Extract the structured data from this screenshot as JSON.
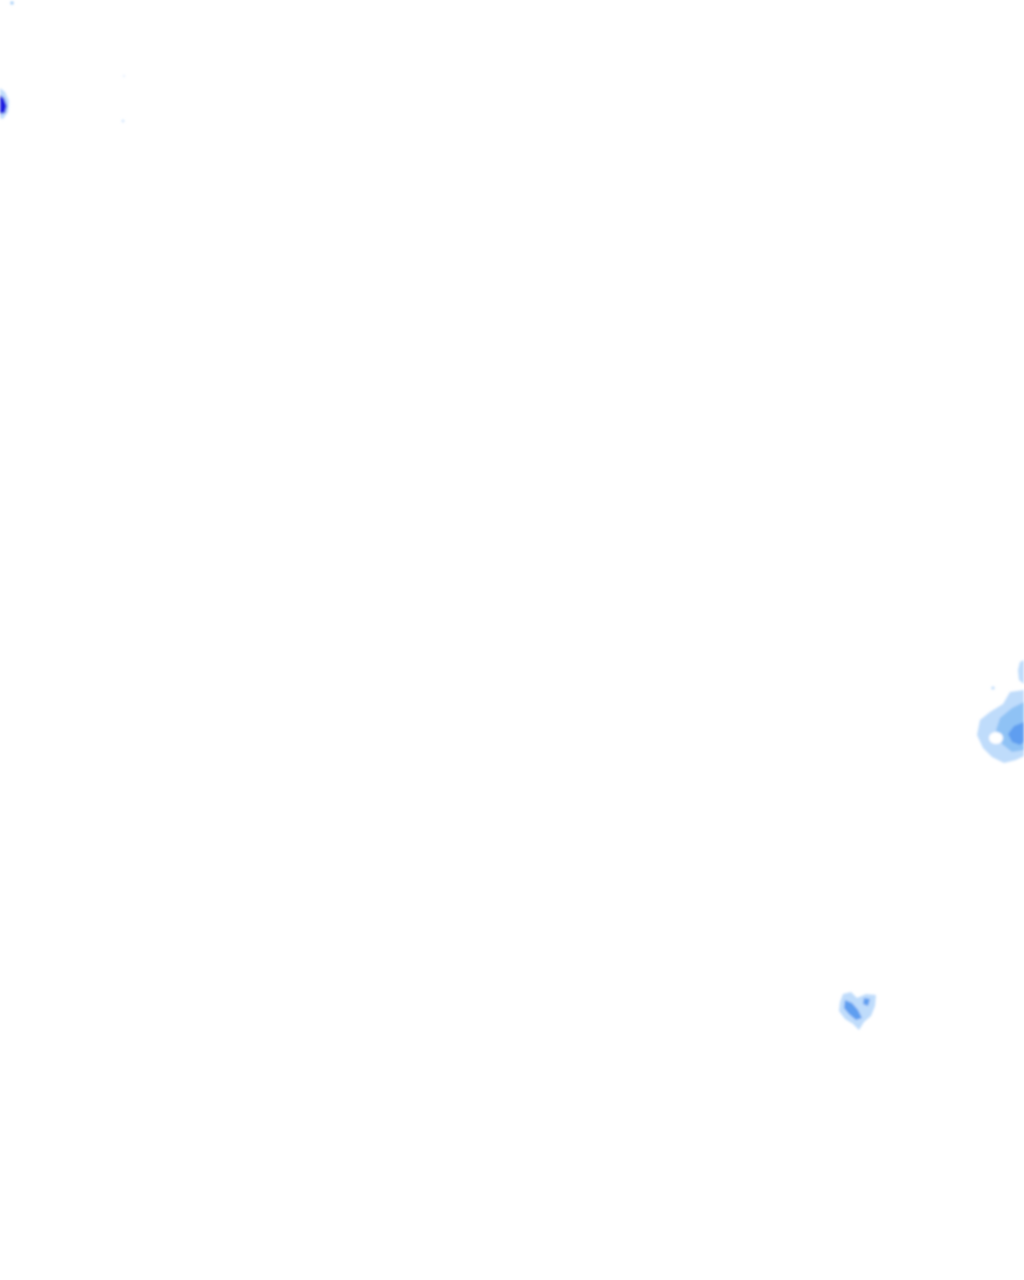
{
  "map": {
    "type": "precipitation-radar-overlay",
    "background_color": "#ffffff",
    "palette": {
      "light": "#bfdcfb",
      "medium": "#8fc2f5",
      "moderate": "#5f9ef0",
      "heavy": "#2a4ff0",
      "intense": "#1a1ee0"
    },
    "cells": [
      {
        "id": "cell-top-left",
        "max_intensity": "intense"
      },
      {
        "id": "cell-right-edge",
        "max_intensity": "moderate"
      },
      {
        "id": "cell-lower-right",
        "max_intensity": "moderate"
      }
    ]
  }
}
